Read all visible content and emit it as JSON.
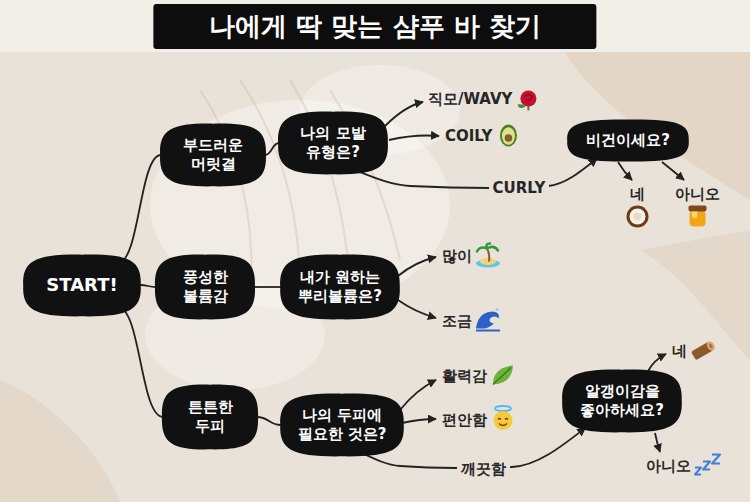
{
  "diagram": {
    "title": "나에게 딱 맞는 샴푸 바 찾기",
    "nodes": [
      {
        "text": [
          "START!"
        ]
      },
      {
        "text": [
          "부드러운 머릿결"
        ]
      },
      {
        "text": [
          "풍성한 볼륨감"
        ]
      },
      {
        "text": [
          "튼튼한 두피"
        ]
      },
      {
        "text": [
          "나의 모발 유형은?"
        ]
      },
      {
        "text": [
          "내가 원하는 뿌리볼륨은?"
        ]
      },
      {
        "text": [
          "나의 두피에 필요한 것은?"
        ]
      },
      {
        "text": [
          "비건이세요?"
        ]
      },
      {
        "text": [
          "알갱이감을 좋아하세요?"
        ]
      }
    ],
    "edges": [
      {
        "from": 0,
        "to": 1,
        "arrow": "none"
      },
      {
        "from": 0,
        "to": 2,
        "arrow": "none"
      },
      {
        "from": 0,
        "to": 3,
        "arrow": "none"
      },
      {
        "from": 1,
        "to": 4,
        "arrow": "none"
      },
      {
        "from": 2,
        "to": 5,
        "arrow": "none"
      },
      {
        "from": 3,
        "to": 6,
        "arrow": "none"
      },
      {
        "from": 4,
        "to": 7,
        "label": "CURLY",
        "arrow": "to"
      },
      {
        "from": 6,
        "to": 8,
        "label": "깨끗함",
        "arrow": "to"
      }
    ],
    "labels": [
      "직모/WAVY",
      "COILY",
      "네",
      "아니오",
      "많이",
      "조금",
      "활력감",
      "편안함",
      "네",
      "아니오"
    ]
  }
}
